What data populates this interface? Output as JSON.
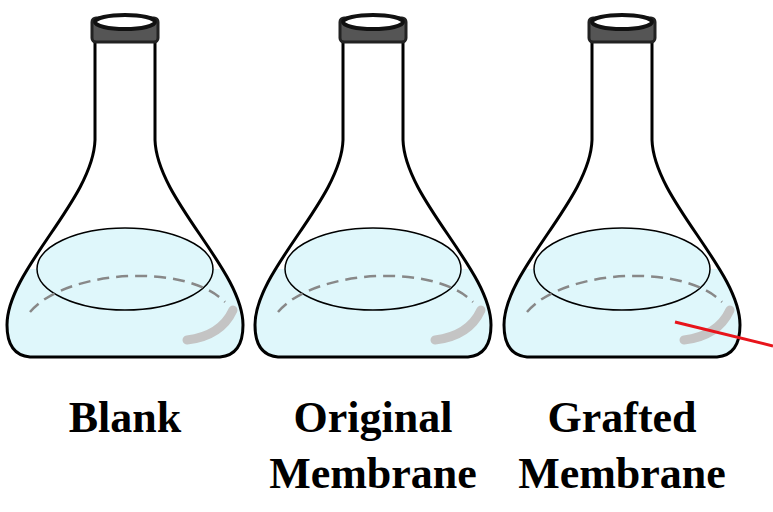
{
  "diagram": {
    "labels": [
      "Blank",
      "Original Membrane",
      "Grafted Membrane"
    ]
  }
}
